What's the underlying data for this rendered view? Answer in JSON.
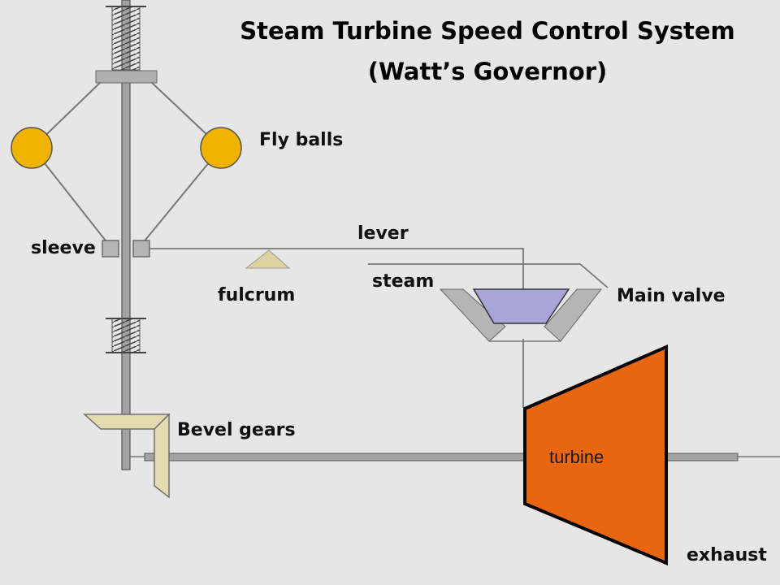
{
  "title": {
    "line1": "Steam Turbine Speed Control System",
    "line2": "(Watt’s Governor)"
  },
  "labels": {
    "fly_balls": "Fly balls",
    "sleeve": "sleeve",
    "lever": "lever",
    "fulcrum": "fulcrum",
    "steam": "steam",
    "main_valve": "Main valve",
    "bevel_gears": "Bevel gears",
    "turbine": "turbine",
    "exhaust": "exhaust"
  },
  "colors": {
    "background": "#e6e6e6",
    "fly_ball": "#f0b400",
    "turbine": "#e8660f",
    "valve_plug": "#aaa5d8",
    "fulcrum": "#dcd3a0",
    "bevel_gear": "#e4dcb0",
    "valve_body": "#b5b5b5",
    "shaft": "#9a9a9a"
  }
}
